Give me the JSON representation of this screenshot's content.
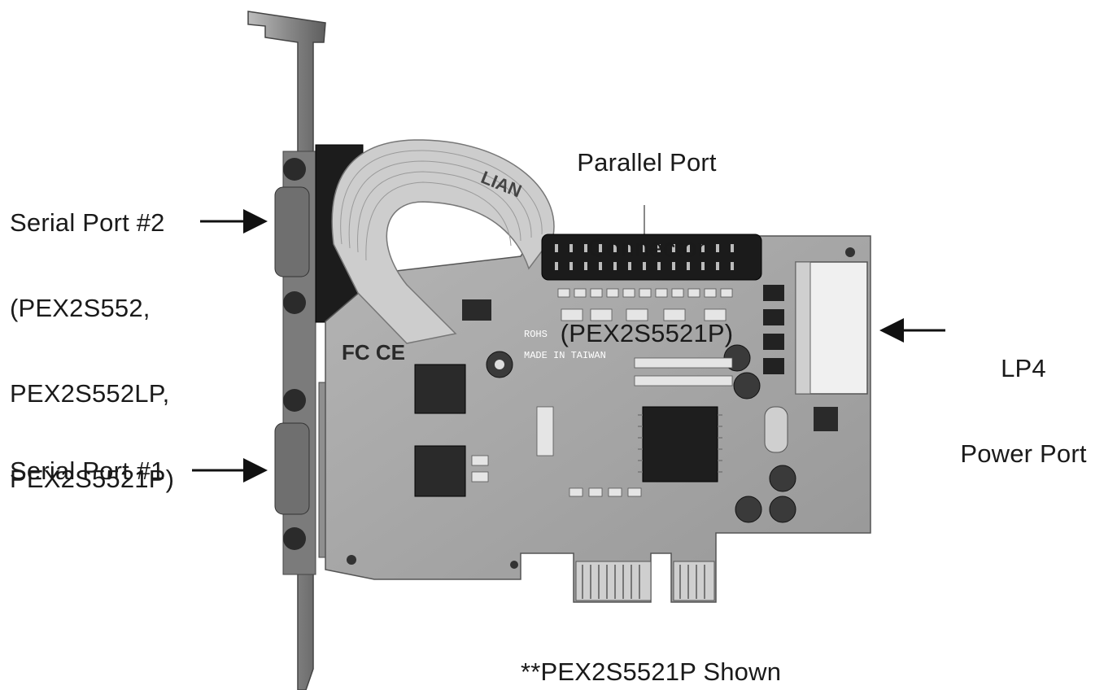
{
  "labels": {
    "serial_port_2": {
      "lines": [
        "Serial Port #2",
        "(PEX2S552,",
        "PEX2S552LP,",
        "PEX2S5521P)"
      ]
    },
    "parallel_port": {
      "lines": [
        "Parallel Port",
        "Connector",
        "(PEX2S5521P)"
      ]
    },
    "lp4_power": {
      "lines": [
        "LP4",
        "Power Port"
      ]
    },
    "serial_port_1": {
      "text": "Serial Port #1"
    },
    "caption": {
      "text": "**PEX2S5521P Shown"
    }
  },
  "board_markings": {
    "cable_print": "LIAN",
    "rohs": "ROHS",
    "made_in": "MADE IN TAIWAN",
    "fcc_ce": "FC CE"
  },
  "colors": {
    "pcb": "#a9a9a9",
    "bracket": "#8e8e8e",
    "cable": "#c9c9c9",
    "chip": "#1e1e1e",
    "text": "#1a1a1a"
  }
}
